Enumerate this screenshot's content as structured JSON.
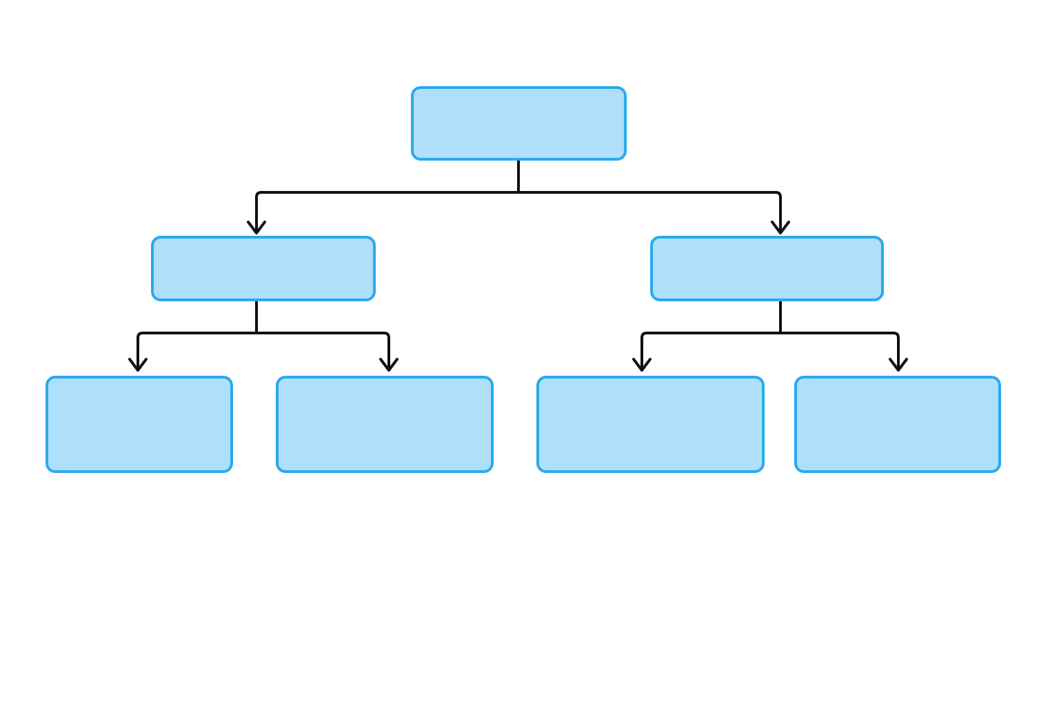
{
  "diagram": {
    "type": "hierarchy-tree",
    "colors": {
      "node_fill": "#aedffb",
      "node_border": "#2ba9ec",
      "connector": "#111111",
      "background": "#ffffff"
    },
    "nodes": [
      {
        "id": "root",
        "label": "",
        "level": 0
      },
      {
        "id": "left",
        "label": "",
        "level": 1,
        "parent": "root"
      },
      {
        "id": "right",
        "label": "",
        "level": 1,
        "parent": "root"
      },
      {
        "id": "left-left",
        "label": "",
        "level": 2,
        "parent": "left"
      },
      {
        "id": "left-right",
        "label": "",
        "level": 2,
        "parent": "left"
      },
      {
        "id": "right-left",
        "label": "",
        "level": 2,
        "parent": "right"
      },
      {
        "id": "right-right",
        "label": "",
        "level": 2,
        "parent": "right"
      }
    ]
  }
}
